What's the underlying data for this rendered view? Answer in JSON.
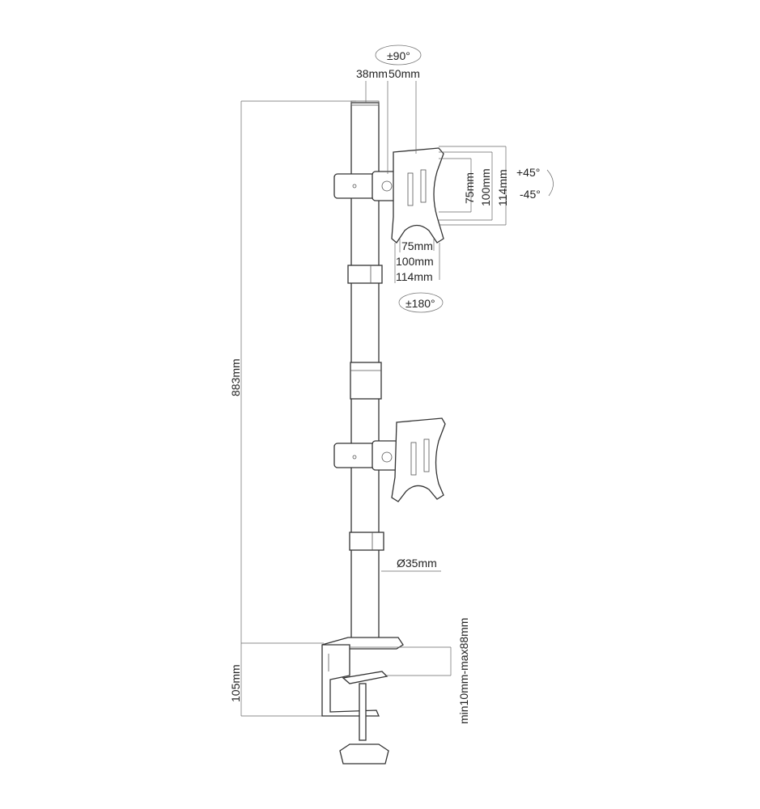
{
  "title": "Dual monitor pole desk mount dimensions",
  "colors": {
    "line": "#333333",
    "background": "#ffffff"
  },
  "labels": {
    "swivel": "±90°",
    "offset_a": "38mm",
    "offset_b": "50mm",
    "vesa_v_75": "75mm",
    "vesa_v_100": "100mm",
    "vesa_v_114": "114mm",
    "tilt_up": "+45°",
    "tilt_down": "-45°",
    "vesa_h_75": "75mm",
    "vesa_h_100": "100mm",
    "vesa_h_114": "114mm",
    "rotation": "±180°",
    "pole_height": "883mm",
    "pole_diameter": "Ø35mm",
    "clamp_height": "105mm",
    "desk_thickness": "min10mm-max88mm"
  }
}
